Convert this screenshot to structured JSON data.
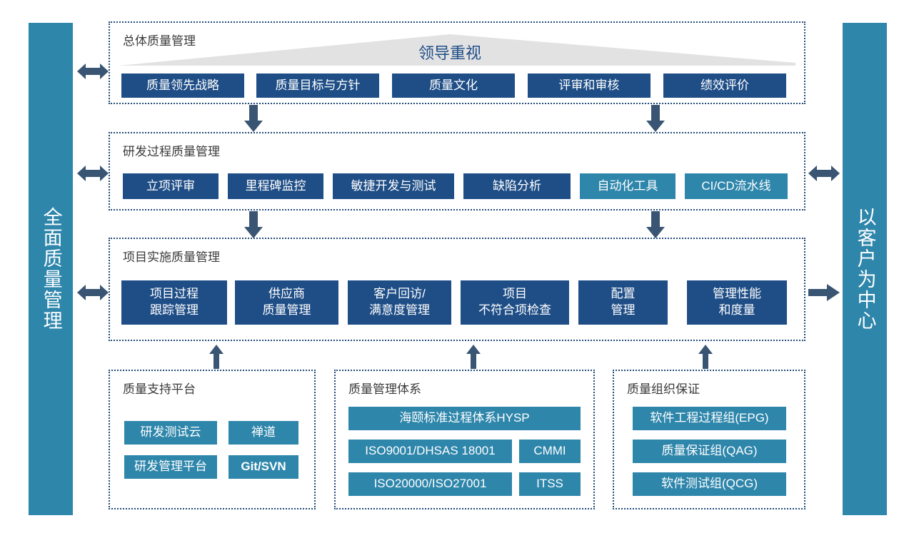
{
  "colors": {
    "navy": "#1F4E87",
    "teal": "#2E86AB",
    "arrow": "#3A5573",
    "banner_grey": "#E2E2E2",
    "dotted_border": "#234C79"
  },
  "side_bars": {
    "left": {
      "label": "全面质量管理"
    },
    "right": {
      "label": "以客户为中心"
    }
  },
  "banner": {
    "label": "领导重视"
  },
  "sections": [
    {
      "title": "总体质量管理",
      "items": [
        {
          "label": "质量领先战略",
          "style": "navy"
        },
        {
          "label": "质量目标与方针",
          "style": "navy"
        },
        {
          "label": "质量文化",
          "style": "navy"
        },
        {
          "label": "评审和审核",
          "style": "navy"
        },
        {
          "label": "绩效评价",
          "style": "navy"
        }
      ]
    },
    {
      "title": "研发过程质量管理",
      "items": [
        {
          "label": "立项评审",
          "style": "navy"
        },
        {
          "label": "里程碑监控",
          "style": "navy"
        },
        {
          "label": "敏捷开发与测试",
          "style": "navy"
        },
        {
          "label": "缺陷分析",
          "style": "navy"
        },
        {
          "label": "自动化工具",
          "style": "teal"
        },
        {
          "label": "CI/CD流水线",
          "style": "teal"
        }
      ]
    },
    {
      "title": "项目实施质量管理",
      "items": [
        {
          "label": "项目过程\n跟踪管理",
          "style": "navy"
        },
        {
          "label": "供应商\n质量管理",
          "style": "navy"
        },
        {
          "label": "客户回访/\n满意度管理",
          "style": "navy"
        },
        {
          "label": "项目\n不符合项检查",
          "style": "navy"
        },
        {
          "label": "配置\n管理",
          "style": "navy"
        },
        {
          "label": "管理性能\n和度量",
          "style": "navy"
        }
      ]
    }
  ],
  "bottom_panels": [
    {
      "title": "质量支持平台",
      "items": [
        {
          "label": "研发测试云",
          "style": "teal",
          "bold": false
        },
        {
          "label": "禅道",
          "style": "teal",
          "bold": false
        },
        {
          "label": "研发管理平台",
          "style": "teal",
          "bold": false
        },
        {
          "label": "Git/SVN",
          "style": "teal",
          "bold": true
        }
      ]
    },
    {
      "title": "质量管理体系",
      "items": [
        {
          "label": "海颐标准过程体系HYSP",
          "style": "teal",
          "bold": false
        },
        {
          "label": "ISO9001/DHSAS 18001",
          "style": "teal",
          "bold": false
        },
        {
          "label": "CMMI",
          "style": "teal",
          "bold": false
        },
        {
          "label": "ISO20000/ISO27001",
          "style": "teal",
          "bold": false
        },
        {
          "label": "ITSS",
          "style": "teal",
          "bold": false
        }
      ]
    },
    {
      "title": "质量组织保证",
      "items": [
        {
          "label": "软件工程过程组(EPG)",
          "style": "teal",
          "bold": false
        },
        {
          "label": "质量保证组(QAG)",
          "style": "teal",
          "bold": false
        },
        {
          "label": "软件测试组(QCG)",
          "style": "teal",
          "bold": false
        }
      ]
    }
  ],
  "arrows": {
    "left_row1": "bidirectional-horizontal-arrow",
    "left_row2": "bidirectional-horizontal-arrow",
    "left_row3": "bidirectional-horizontal-arrow",
    "right_row2": "bidirectional-horizontal-arrow",
    "right_row3": "right-arrow",
    "down_1a": "down-arrow",
    "down_1b": "down-arrow",
    "down_2a": "down-arrow",
    "down_2b": "down-arrow",
    "up_1": "up-arrow",
    "up_2": "up-arrow",
    "up_3": "up-arrow"
  }
}
